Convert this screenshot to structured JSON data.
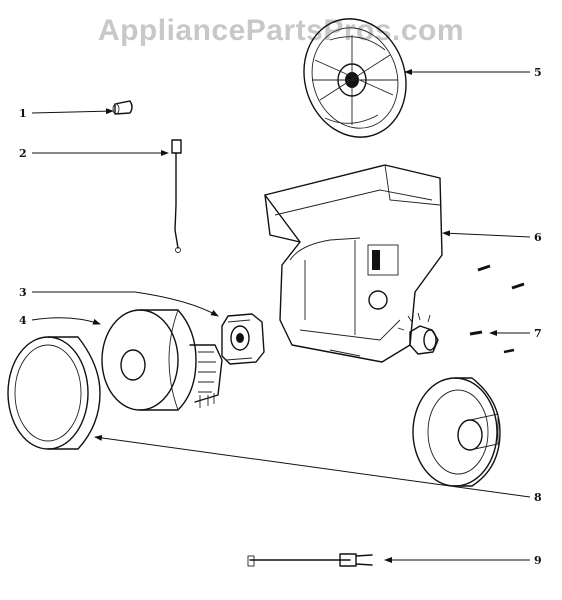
{
  "watermark": "AppliancePartsPros.com",
  "callouts": [
    {
      "id": "1",
      "label": "1"
    },
    {
      "id": "2",
      "label": "2"
    },
    {
      "id": "3",
      "label": "3"
    },
    {
      "id": "4",
      "label": "4"
    },
    {
      "id": "5",
      "label": "5"
    },
    {
      "id": "6",
      "label": "6"
    },
    {
      "id": "7",
      "label": "7"
    },
    {
      "id": "8",
      "label": "8"
    },
    {
      "id": "9",
      "label": "9"
    }
  ]
}
